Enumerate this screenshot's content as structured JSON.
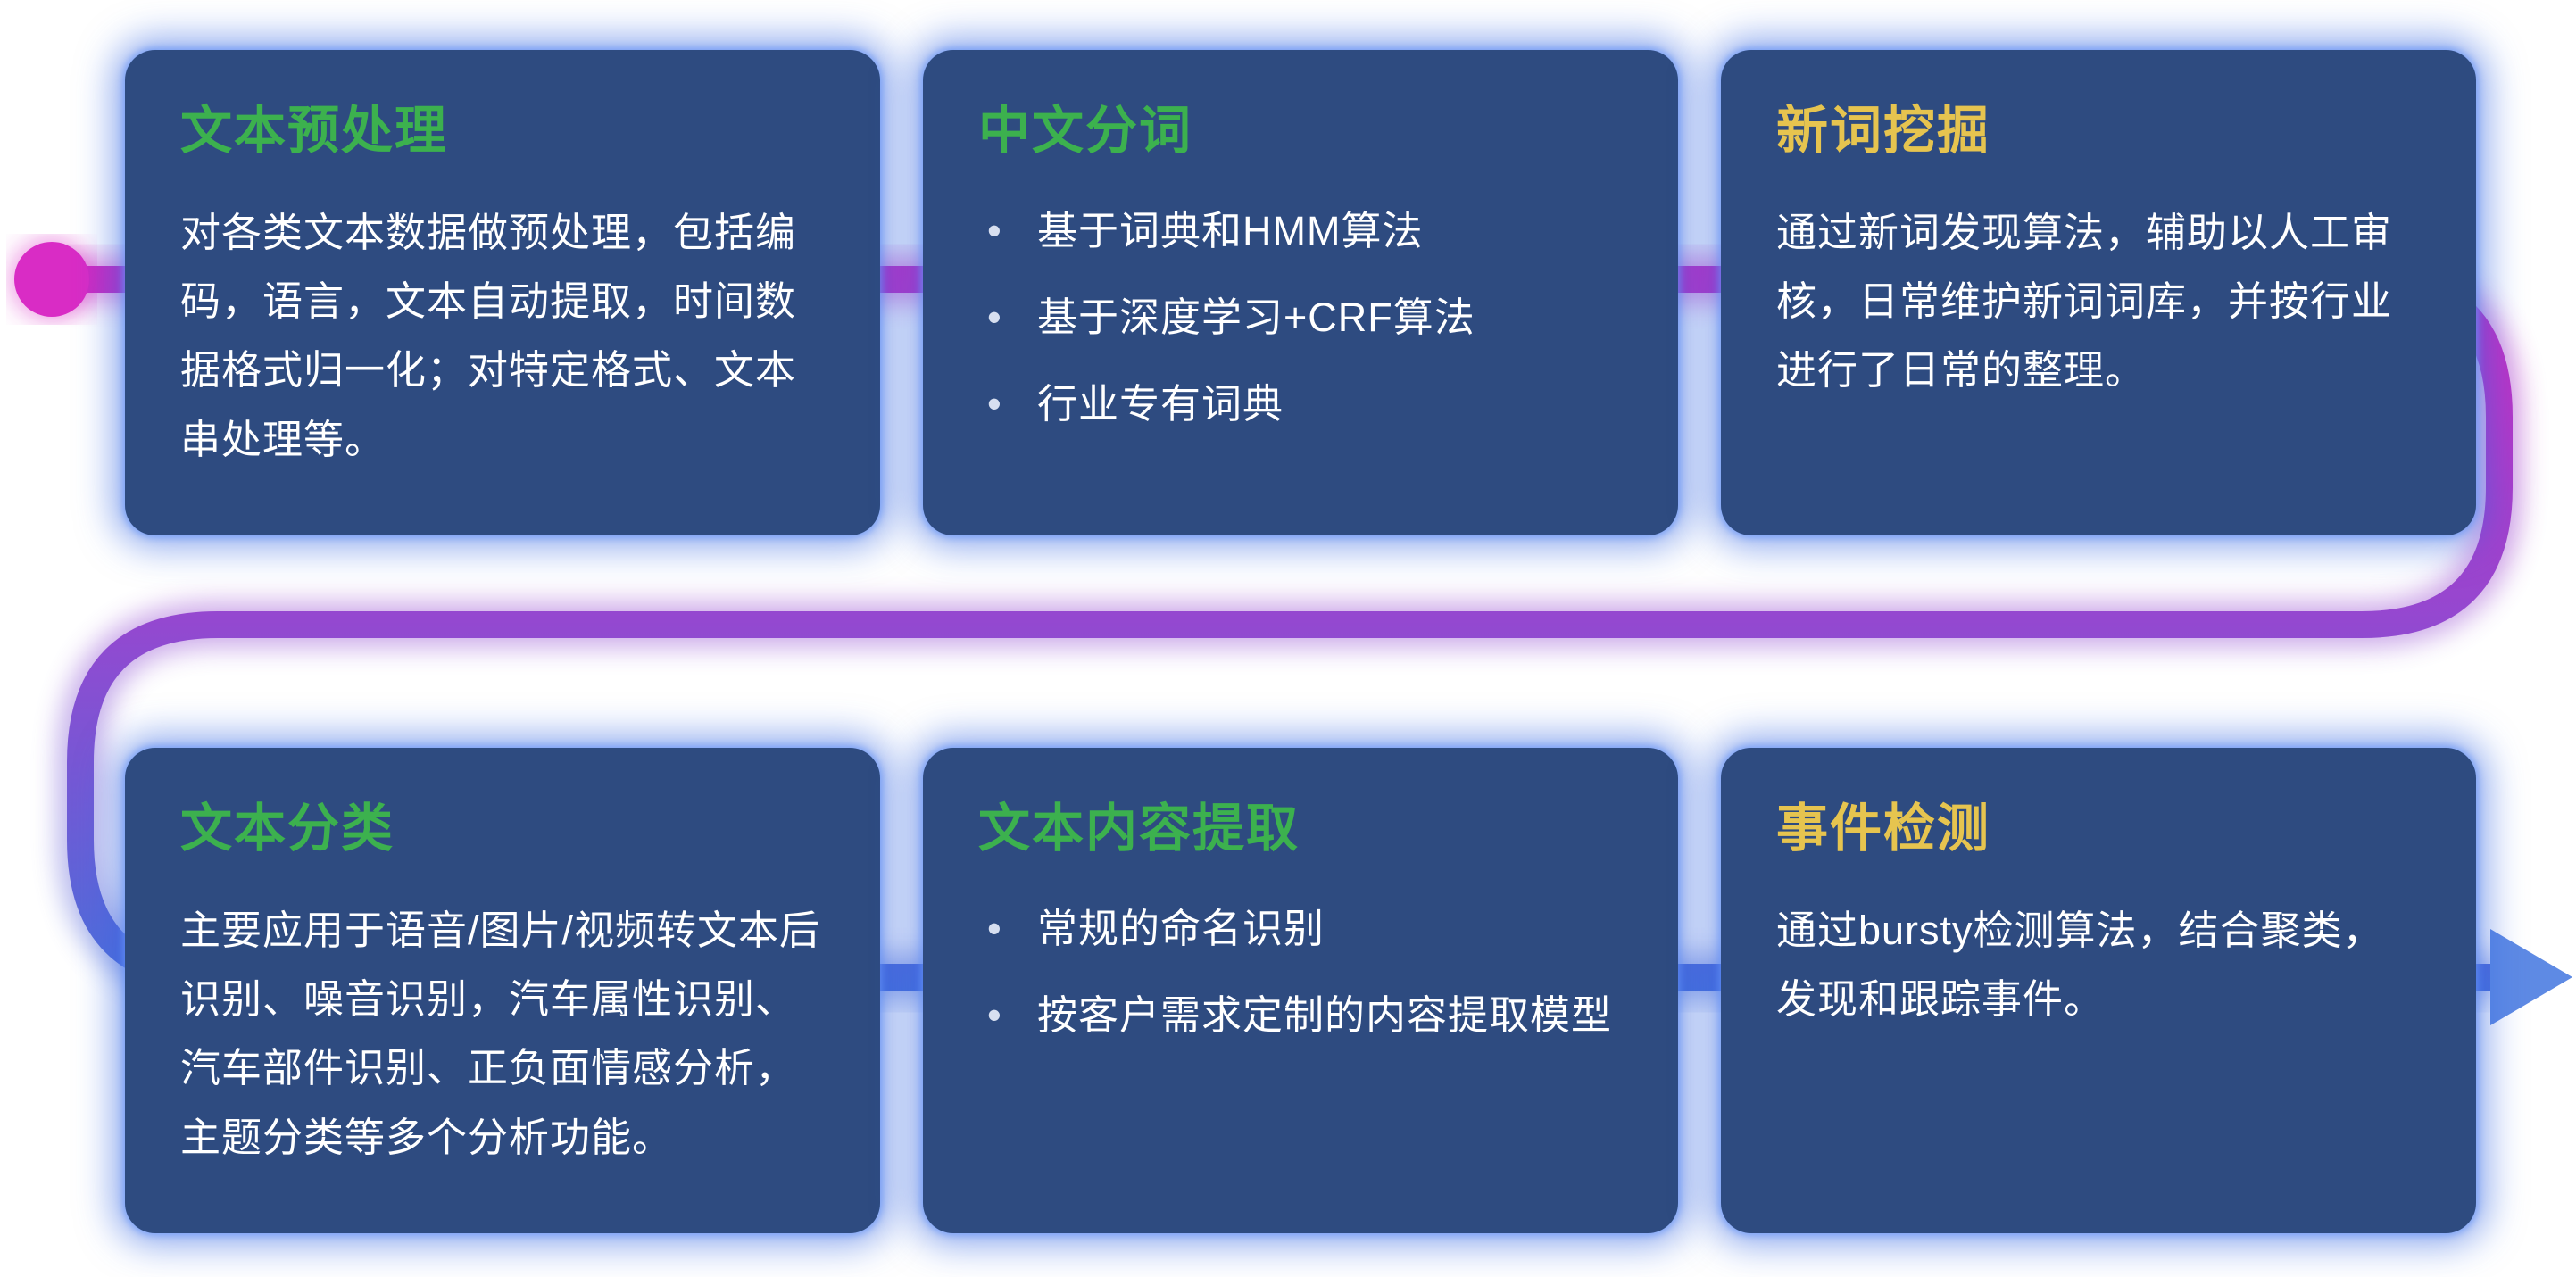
{
  "colors": {
    "background": "#ffffff",
    "card_background": "#2e4b80",
    "card_glow": "#3a6be0",
    "title_green": "#3cb14e",
    "title_yellow": "#e6c44f",
    "body_text": "#ffffff",
    "flow_magenta": "#ce29c0",
    "flow_purple": "#9448d0",
    "flow_blue": "#4a6fdb",
    "arrow_blue": "#5e8ae4"
  },
  "flow": {
    "start_marker": "magenta-dot",
    "end_marker": "blue-arrow-right"
  },
  "cards": [
    {
      "title": "文本预处理",
      "title_color": "green",
      "paragraph": "对各类文本数据做预处理，包括编码，语言，文本自动提取，时间数据格式归一化；对特定格式、文本串处理等。"
    },
    {
      "title": "中文分词",
      "title_color": "green",
      "bullets": [
        "基于词典和HMM算法",
        "基于深度学习+CRF算法",
        "行业专有词典"
      ]
    },
    {
      "title": "新词挖掘",
      "title_color": "yellow",
      "paragraph": "通过新词发现算法，辅助以人工审核，日常维护新词词库，并按行业进行了日常的整理。"
    },
    {
      "title": "文本分类",
      "title_color": "green",
      "paragraph": "主要应用于语音/图片/视频转文本后识别、噪音识别，汽车属性识别、汽车部件识别、正负面情感分析，主题分类等多个分析功能。"
    },
    {
      "title": "文本内容提取",
      "title_color": "green",
      "bullets": [
        "常规的命名识别",
        "按客户需求定制的内容提取模型"
      ]
    },
    {
      "title": "事件检测",
      "title_color": "yellow",
      "paragraph": "通过bursty检测算法，结合聚类，发现和跟踪事件。"
    }
  ]
}
